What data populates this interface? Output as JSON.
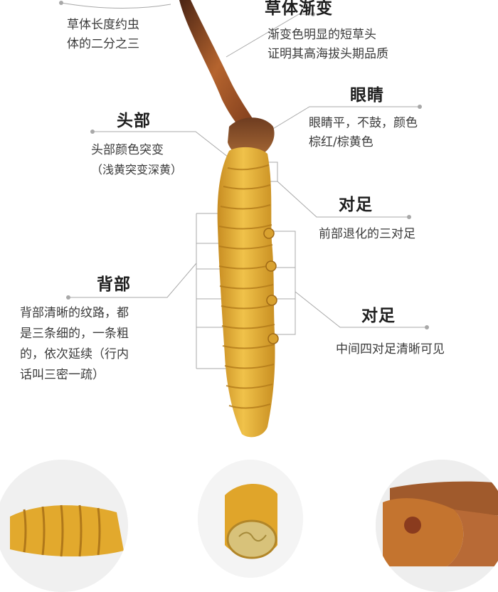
{
  "labels": {
    "grass_length": {
      "lines": [
        "草体长度约虫",
        "体的二分之三"
      ]
    },
    "grass_gradient": {
      "title": "草体渐变",
      "lines": [
        "渐变色明显的短草头",
        "证明其高海拔头期品质"
      ]
    },
    "eyes": {
      "title": "眼睛",
      "lines": [
        "眼睛平，不鼓，颜色",
        "棕红/棕黄色"
      ]
    },
    "head": {
      "title": "头部",
      "lines": [
        "头部颜色突变",
        "（浅黄突变深黄）"
      ]
    },
    "front_feet": {
      "title": "对足",
      "lines": [
        "前部退化的三对足"
      ]
    },
    "back": {
      "title": "背部",
      "lines": [
        "背部清晰的纹路，都",
        "是三条细的，一条粗",
        "的，依次延续（行内",
        "话叫三密一疏）"
      ]
    },
    "middle_feet": {
      "title": "对足",
      "lines": [
        "中间四对足清晰可见"
      ]
    }
  },
  "colors": {
    "stalk_dark": "#6b3318",
    "stalk_mid": "#a4572a",
    "body_yellow": "#e6b53a",
    "body_shadow": "#c98f22",
    "head_brown": "#7a4524",
    "line_gray": "#9a9a9a"
  }
}
